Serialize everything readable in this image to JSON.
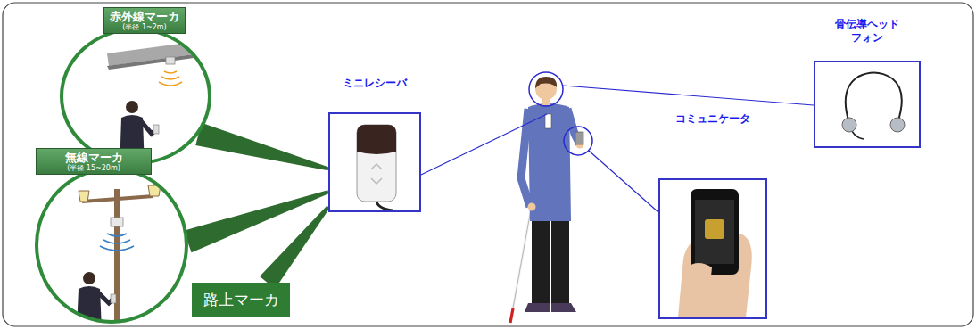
{
  "diagram": {
    "nodes": [
      {
        "text": [
          "赤外線マーカ",
          "(半径 1~2m)"
        ]
      },
      {
        "text": [
          "無線マーカ",
          "(半径 15~20m)"
        ]
      },
      {
        "text": [
          "路上マーカ"
        ]
      },
      {
        "text": [
          "ミニレシーバ"
        ]
      },
      {
        "text": [
          "コミュニケータ"
        ]
      },
      {
        "text": [
          "骨伝導ヘッド フォン"
        ]
      }
    ],
    "edges": [
      {
        "from": 0,
        "to": 3,
        "arrow": "none"
      },
      {
        "from": 1,
        "to": 3,
        "arrow": "none"
      },
      {
        "from": 2,
        "to": 3,
        "arrow": "none"
      }
    ]
  }
}
